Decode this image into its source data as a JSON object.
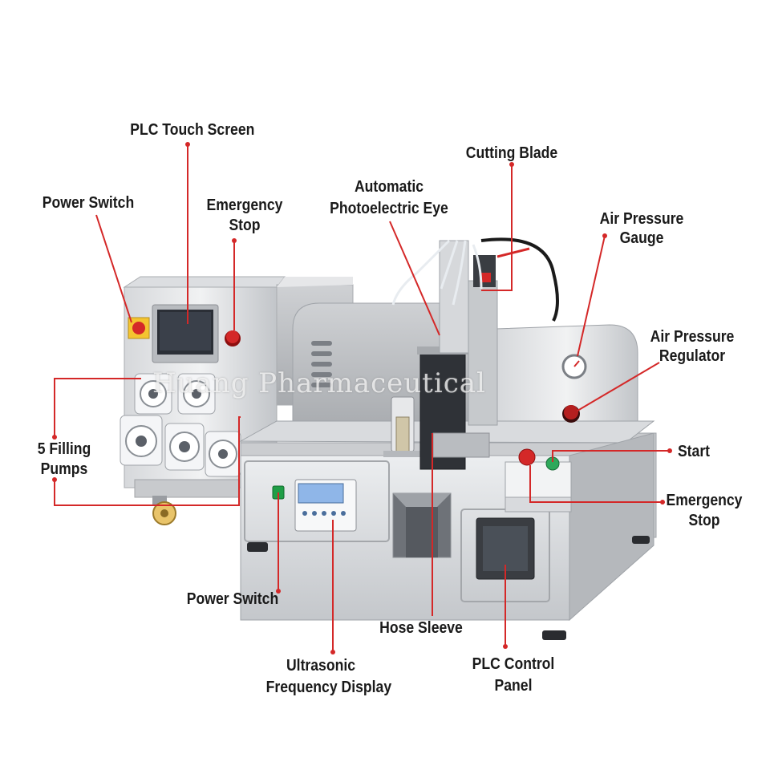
{
  "watermark": "Huang Pharmaceutical",
  "labels": {
    "plc_touch_screen": "PLC Touch Screen",
    "power_switch_top": "Power Switch",
    "emergency_stop_top_1": "Emergency",
    "emergency_stop_top_2": "Stop",
    "cutting_blade": "Cutting Blade",
    "photo_eye_1": "Automatic",
    "photo_eye_2": "Photoelectric Eye",
    "air_gauge_1": "Air Pressure",
    "air_gauge_2": "Gauge",
    "air_regulator_1": "Air Pressure",
    "air_regulator_2": "Regulator",
    "filling_pumps_1": "5 Filling",
    "filling_pumps_2": "Pumps",
    "start": "Start",
    "emergency_stop_right_1": "Emergency",
    "emergency_stop_right_2": "Stop",
    "power_switch_bottom": "Power Switch",
    "hose_sleeve": "Hose Sleeve",
    "ultrasonic_1": "Ultrasonic",
    "ultrasonic_2": "Frequency Display",
    "plc_panel_1": "PLC Control",
    "plc_panel_2": "Panel"
  },
  "colors": {
    "callout": "#d42828",
    "steel_light": "#e4e5e7",
    "steel_mid": "#c9cbce",
    "steel_dark": "#9a9da2",
    "screen": "#2b2f36",
    "display_blue": "#8fb6e8"
  }
}
